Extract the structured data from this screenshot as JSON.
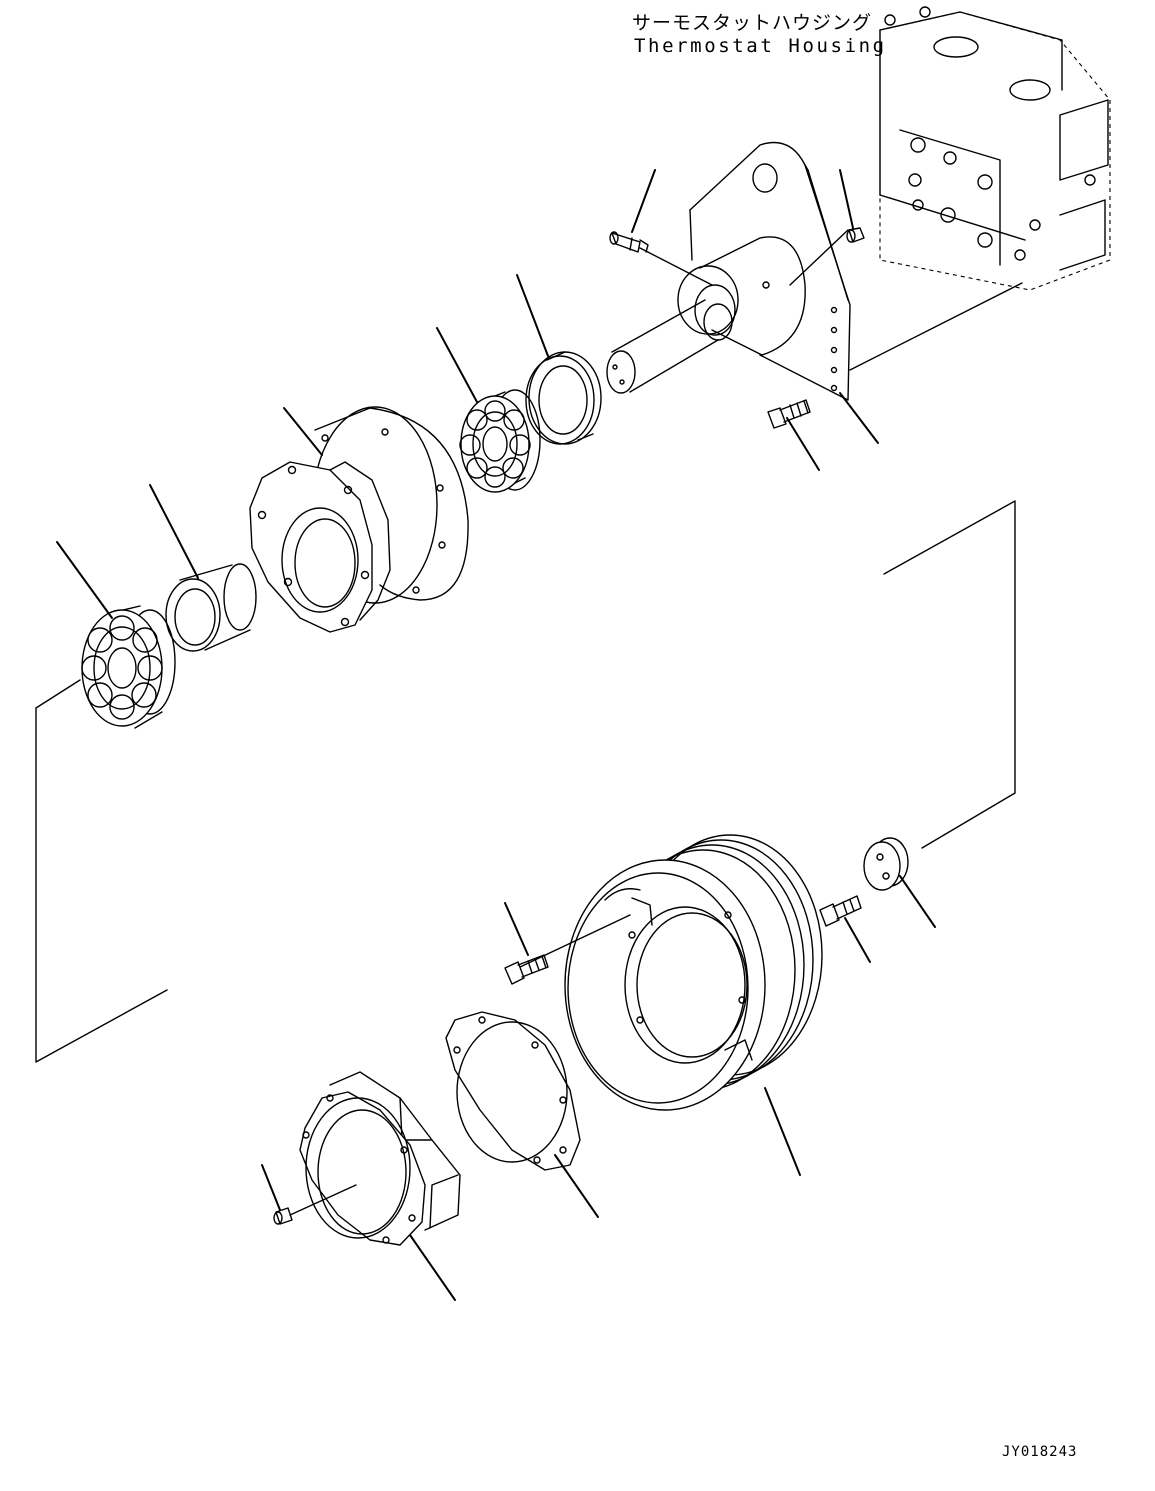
{
  "title_jp": "サーモスタットハウジング",
  "title_en": "Thermostat Housing",
  "drawing_number": "JY018243",
  "colors": {
    "line": "#000000",
    "background": "#ffffff"
  }
}
